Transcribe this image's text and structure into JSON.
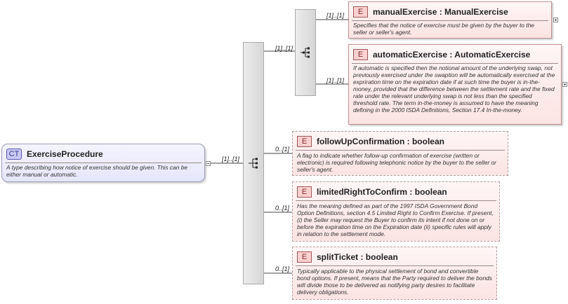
{
  "complex_type": {
    "badge": "CT",
    "name": "ExerciseProcedure",
    "description": "A type describing how notice of exercise should be given. This can be either manual or automatic."
  },
  "outer_sequence": {
    "multiplicity": "[1]..[1]"
  },
  "choice": {
    "multiplicity": "[1]..[1]"
  },
  "elements": [
    {
      "badge": "E",
      "title": "manualExercise : ManualExercise",
      "multiplicity": "[1]..[1]",
      "description": "Specifies that the notice of exercise must be given by the buyer to the seller or seller's agent."
    },
    {
      "badge": "E",
      "title": "automaticExercise : AutomaticExercise",
      "multiplicity": "[1]..[1]",
      "description": "If automatic is specified then the notional amount of the underlying swap, not previously exercised under the swaption will be automatically exercised at the expriration time on the expiration date if at such time the buyer is in-the-money, provided that the difference between the settlement rate and the fixed rate under the relevant underlying swap is not less than the specified threshold rate. The term in-the-money is assumed to have the meaning defining in the 2000 ISDA Definitions, Section 17.4 In-the-money."
    },
    {
      "badge": "E",
      "title": "followUpConfirmation : boolean",
      "multiplicity": "0..[1]",
      "description": "A flag to indicate whether follow-up confirmation of exercise (written or electronic) is required following telephonic notice by the buyer to the seller or seller's agent."
    },
    {
      "badge": "E",
      "title": "limitedRightToConfirm : boolean",
      "multiplicity": "0..[1]",
      "description": "Has the meaning defined as part of the 1997 ISDA Government Bond Option Definitions, section 4.5 Limited Right to Confirm Exercise. If present, (i) the Seller may request the Buyer to confirm its intent if not done on or before the expiration time on the Expiration date (ii) specific rules will apply in relation to the settlement mode."
    },
    {
      "badge": "E",
      "title": "splitTicket : boolean",
      "multiplicity": "0..[1]",
      "description": "Typically applicable to the physical settlement of bond and convertible bond options. If present, means that the Party required to deliver the bonds will divide those to be delivered as notifying party desires to facilitate delivery obligations."
    }
  ]
}
